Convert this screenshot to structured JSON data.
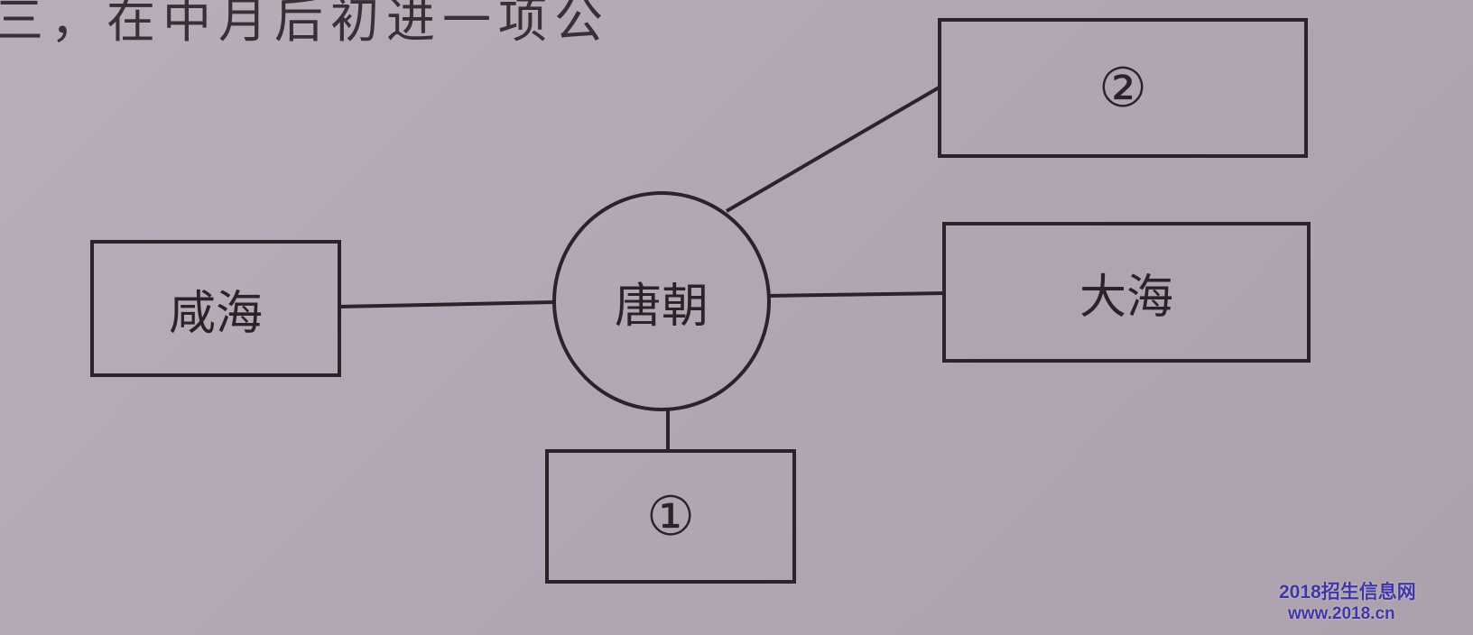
{
  "header_fragment": "三，在中月后初进一项公",
  "diagram": {
    "center": "唐朝",
    "nodes": {
      "left": "咸海",
      "right": "大海",
      "top_right": "②",
      "bottom": "①"
    }
  },
  "watermark": {
    "line1": "2018招生信息网",
    "line2": "www.2018.cn"
  }
}
